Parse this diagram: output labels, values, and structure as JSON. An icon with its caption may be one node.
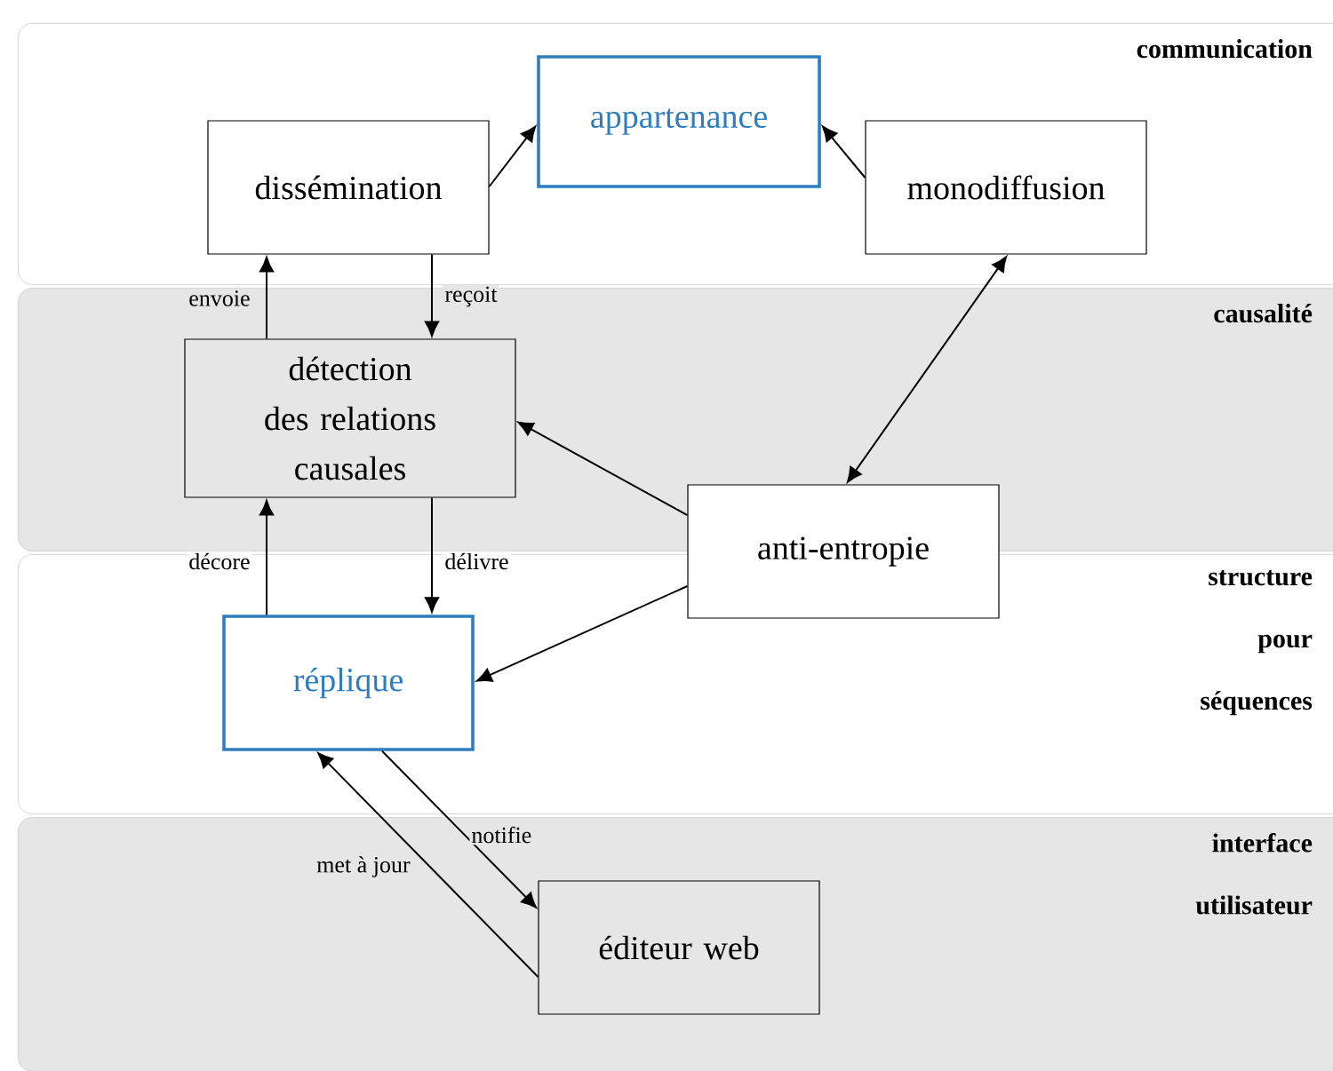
{
  "diagram": {
    "nodes": [
      {
        "text": [
          "communication"
        ]
      },
      {
        "text": [
          "causalité"
        ]
      },
      {
        "text": [
          "structure pour séquences"
        ]
      },
      {
        "text": [
          "interface utilisateur"
        ]
      },
      {
        "text": [
          "dissémination"
        ],
        "in": 0
      },
      {
        "text": [
          "appartenance"
        ],
        "in": 0
      },
      {
        "text": [
          "monodiffusion"
        ],
        "in": 0
      },
      {
        "text": [
          "détection des relations causales"
        ],
        "in": 1
      },
      {
        "text": [
          "anti-entropie"
        ]
      },
      {
        "text": [
          "réplique"
        ],
        "in": 2
      },
      {
        "text": [
          "éditeur web"
        ],
        "in": 3
      }
    ],
    "edges": [
      {
        "from": 4,
        "to": 5,
        "arrow": "to"
      },
      {
        "from": 6,
        "to": 5,
        "arrow": "to"
      },
      {
        "from": 7,
        "to": 4,
        "arrow": "to",
        "label": "envoie"
      },
      {
        "from": 4,
        "to": 7,
        "arrow": "to",
        "label": "reçoit"
      },
      {
        "from": 8,
        "to": 6,
        "arrow": "both"
      },
      {
        "from": 8,
        "to": 7,
        "arrow": "to"
      },
      {
        "from": 9,
        "to": 7,
        "arrow": "to",
        "label": "décore"
      },
      {
        "from": 7,
        "to": 9,
        "arrow": "to",
        "label": "délivre"
      },
      {
        "from": 8,
        "to": 9,
        "arrow": "to"
      },
      {
        "from": 10,
        "to": 9,
        "arrow": "to",
        "label": "met à jour"
      },
      {
        "from": 9,
        "to": 10,
        "arrow": "to",
        "label": "notifie"
      }
    ]
  }
}
